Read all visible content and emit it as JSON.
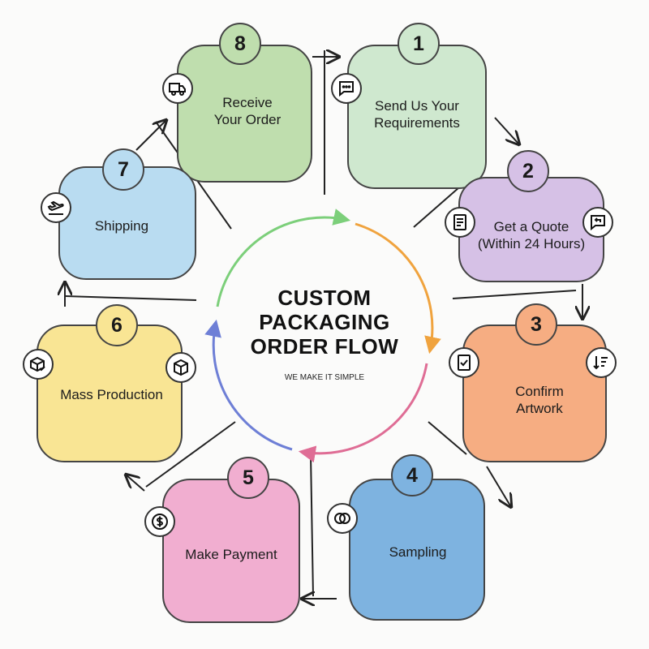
{
  "center": {
    "title": "CUSTOM\nPACKAGING\nORDER FLOW",
    "subtitle": "WE MAKE IT SIMPLE"
  },
  "colors": {
    "step1": "#cfe8cf",
    "step2": "#d6c1e6",
    "step3": "#f6ad82",
    "step4": "#7eb3e0",
    "step5": "#f1aed0",
    "step6": "#f9e594",
    "step7": "#b9dcf1",
    "step8": "#bfdeae",
    "ring_green": "#7ccf7a",
    "ring_orange": "#f0a33e",
    "ring_pink": "#df6d95",
    "ring_blue": "#6e7fd6"
  },
  "steps": [
    {
      "number": "1",
      "label": "Send Us Your\nRequirements",
      "icon": "chat-icon"
    },
    {
      "number": "2",
      "label": "Get a Quote\n(Within 24 Hours)",
      "icon": "document-icon",
      "icon_right": "reply-icon"
    },
    {
      "number": "3",
      "label": "Confirm\nArtwork",
      "icon": "checklist-icon",
      "icon_right": "sort-icon"
    },
    {
      "number": "4",
      "label": "Sampling",
      "icon": "coins-icon"
    },
    {
      "number": "5",
      "label": "Make Payment",
      "icon": "dollar-icon"
    },
    {
      "number": "6",
      "label": "Mass Production",
      "icon": "box-check-icon",
      "icon_right": "box-icon"
    },
    {
      "number": "7",
      "label": "Shipping",
      "icon": "plane-icon"
    },
    {
      "number": "8",
      "label": "Receive\nYour Order",
      "icon": "truck-icon"
    }
  ]
}
